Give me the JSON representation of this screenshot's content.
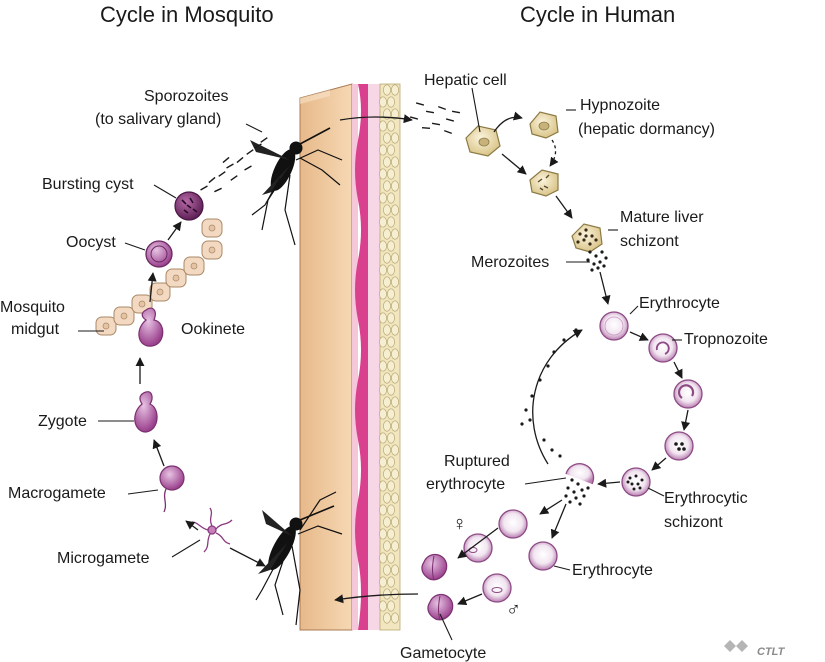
{
  "headings": {
    "mosquito_cycle": "Cycle in Mosquito",
    "human_cycle": "Cycle in Human"
  },
  "labels": {
    "sporozoites_line1": "Sporozoites",
    "sporozoites_line2": "(to salivary gland)",
    "bursting_cyst": "Bursting cyst",
    "oocyst": "Oocyst",
    "mosquito_midgut_line1": "Mosquito",
    "mosquito_midgut_line2": "midgut",
    "ookinete": "Ookinete",
    "zygote": "Zygote",
    "macrogamete": "Macrogamete",
    "microgamete": "Microgamete",
    "hepatic_cell": "Hepatic cell",
    "hypnozoite_line1": "Hypnozoite",
    "hypnozoite_line2": "(hepatic dormancy)",
    "mature_liver_schizont_line1": "Mature liver",
    "mature_liver_schizont_line2": "schizont",
    "merozoites": "Merozoites",
    "erythrocyte_top": "Erythrocyte",
    "tropnozoite": "Tropnozoite",
    "ruptured_erythrocyte_line1": "Ruptured",
    "ruptured_erythrocyte_line2": "erythrocyte",
    "erythrocytic_schizont_line1": "Erythrocytic",
    "erythrocytic_schizont_line2": "schizont",
    "erythrocyte_bottom": "Erythrocyte",
    "gametocyte": "Gametocyte",
    "female_symbol": "♀",
    "male_symbol": "♂"
  },
  "watermark": {
    "text": "CTLT"
  },
  "colors": {
    "skin_tan": "#f3cfa6",
    "dermis_pink": "#f7d6e6",
    "vessel_magenta": "#d9418f",
    "fat_yellow": "#f1e6bf",
    "parasite_purple": "#a0458f",
    "parasite_light": "#e3bfe0",
    "liver_cell": "#efe2b8",
    "midgut_cell": "#f3d9c2"
  }
}
